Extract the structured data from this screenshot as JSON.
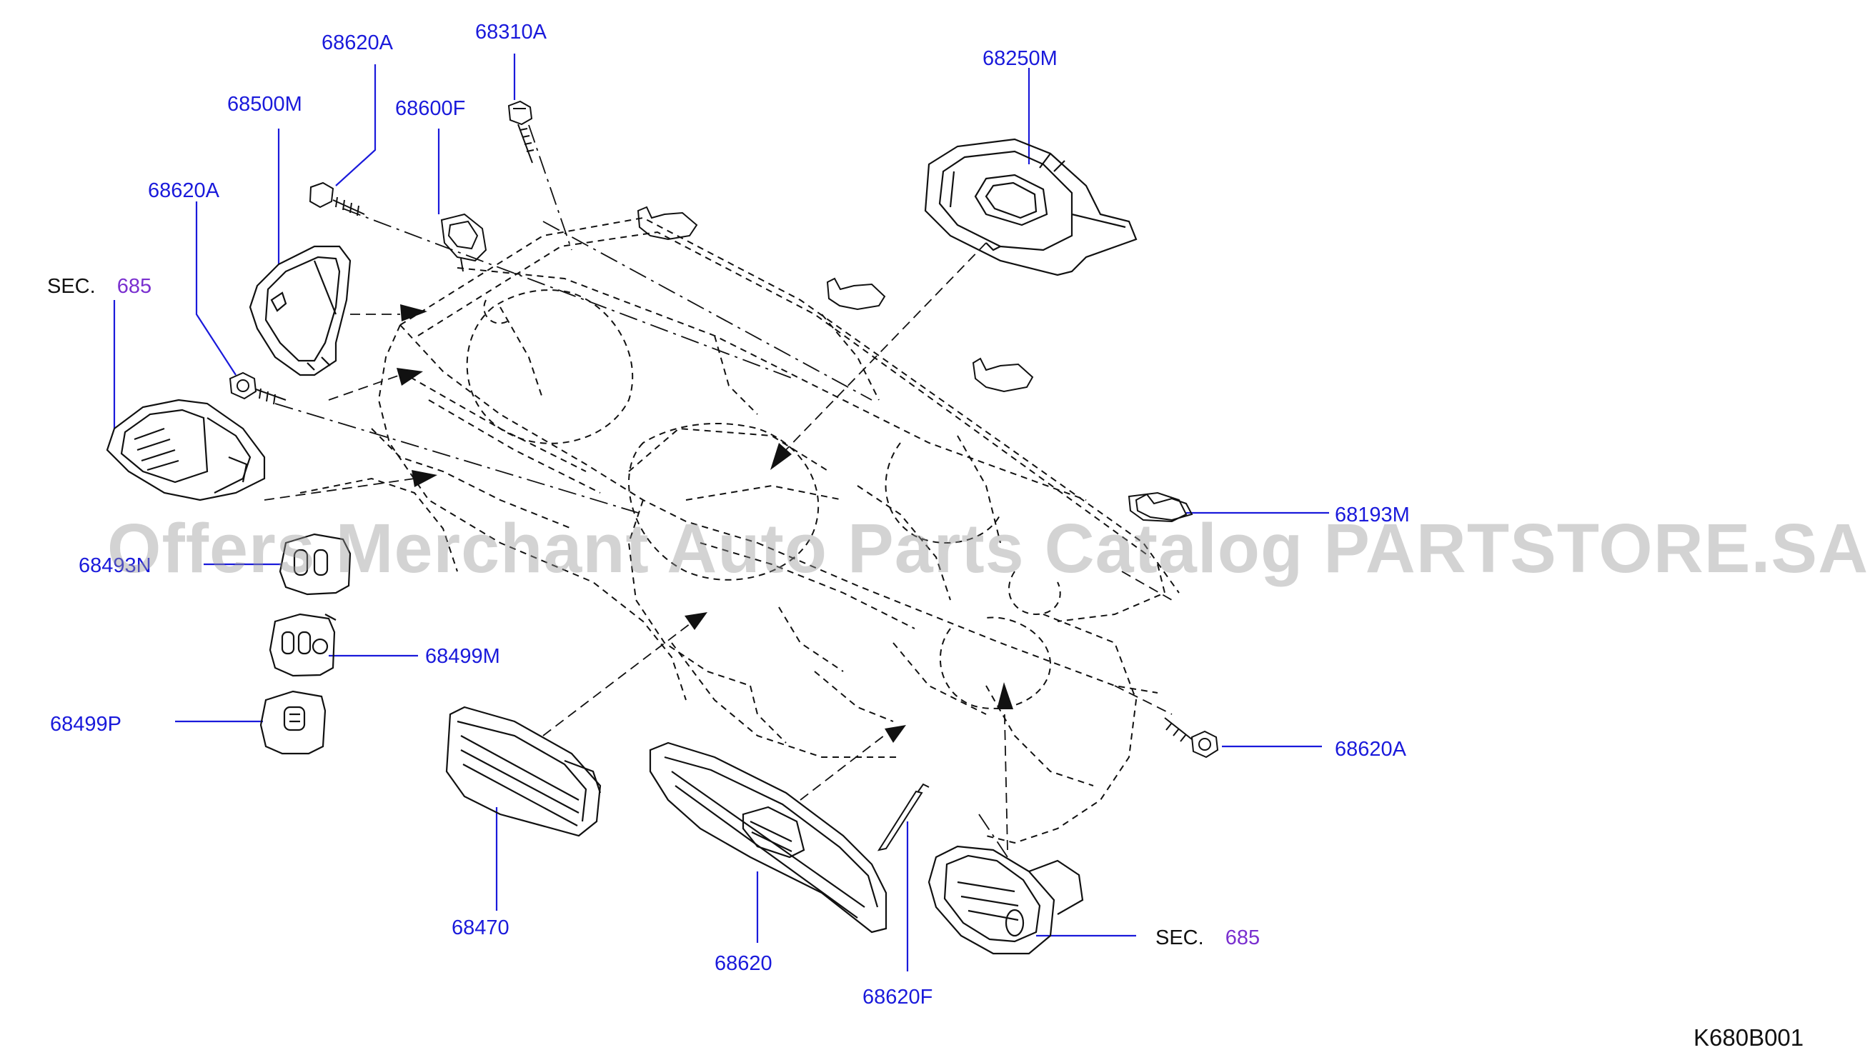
{
  "callouts": {
    "p68620A_top": "68620A",
    "p68310A": "68310A",
    "p68250M": "68250M",
    "p68500M": "68500M",
    "p68600F": "68600F",
    "p68620A_left": "68620A",
    "p68493N": "68493N",
    "p68499M": "68499M",
    "p68499P": "68499P",
    "p68193M": "68193M",
    "p68620A_right": "68620A",
    "p68470": "68470",
    "p68620": "68620",
    "p68620F_bottom": "68620F"
  },
  "section_refs": {
    "left": {
      "prefix": "SEC.",
      "number": "685"
    },
    "right": {
      "prefix": "SEC.",
      "number": "685"
    }
  },
  "diagram_code": "K680B001",
  "watermark": "Offers Merchant Auto Parts Catalog PARTSTORE.SA",
  "colors": {
    "part_label": "#1a1adb",
    "section_number": "#7a2fcf",
    "line_art": "#111111",
    "watermark": "#969696"
  }
}
